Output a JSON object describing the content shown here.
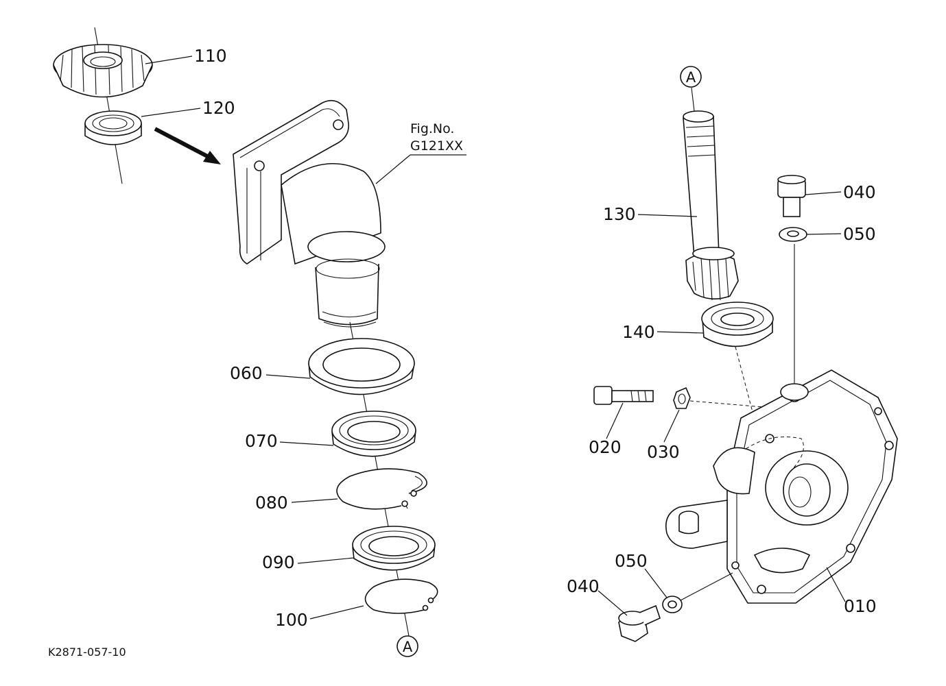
{
  "figure": {
    "fig_ref_line1": "Fig.No.",
    "fig_ref_line2": "G121XX",
    "drawing_code": "K2871-057-10",
    "connection_marker": "A"
  },
  "parts": {
    "p010": "010",
    "p020": "020",
    "p030": "030",
    "p040_top": "040",
    "p050_top": "050",
    "p040_bottom": "040",
    "p050_bottom": "050",
    "p060": "060",
    "p070": "070",
    "p080": "080",
    "p090": "090",
    "p100": "100",
    "p110": "110",
    "p120": "120",
    "p130": "130",
    "p140": "140"
  }
}
